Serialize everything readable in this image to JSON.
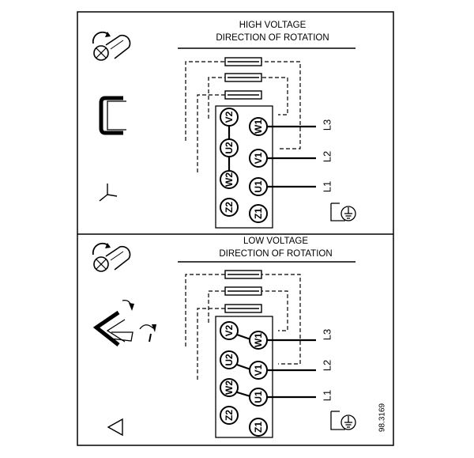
{
  "diagram": {
    "panels": [
      {
        "id": "high",
        "title_line1": "HIGH VOLTAGE",
        "title_line2": "DIRECTION OF ROTATION",
        "connection": "star",
        "icons": [
          "motor-rotation-icon",
          "link-bracket-icon",
          "star-connection-icon",
          "earth-ground-icon"
        ],
        "terminals": {
          "V2": "V2",
          "W1": "W1",
          "U2": "U2",
          "V1": "V1",
          "W2": "W2",
          "U1": "U1",
          "Z2": "Z2",
          "Z1": "Z1"
        },
        "lines": {
          "L1": "L1",
          "L2": "L2",
          "L3": "L3"
        }
      },
      {
        "id": "low",
        "title_line1": "LOW VOLTAGE",
        "title_line2": "DIRECTION OF ROTATION",
        "connection": "delta",
        "icons": [
          "motor-rotation-icon",
          "delta-links-icon",
          "delta-connection-icon",
          "earth-ground-icon"
        ],
        "terminals": {
          "V2": "V2",
          "W1": "W1",
          "U2": "U2",
          "V1": "V1",
          "W2": "W2",
          "U1": "U1",
          "Z2": "Z2",
          "Z1": "Z1"
        },
        "lines": {
          "L1": "L1",
          "L2": "L2",
          "L3": "L3"
        }
      }
    ],
    "reference_number": "98.3169"
  }
}
